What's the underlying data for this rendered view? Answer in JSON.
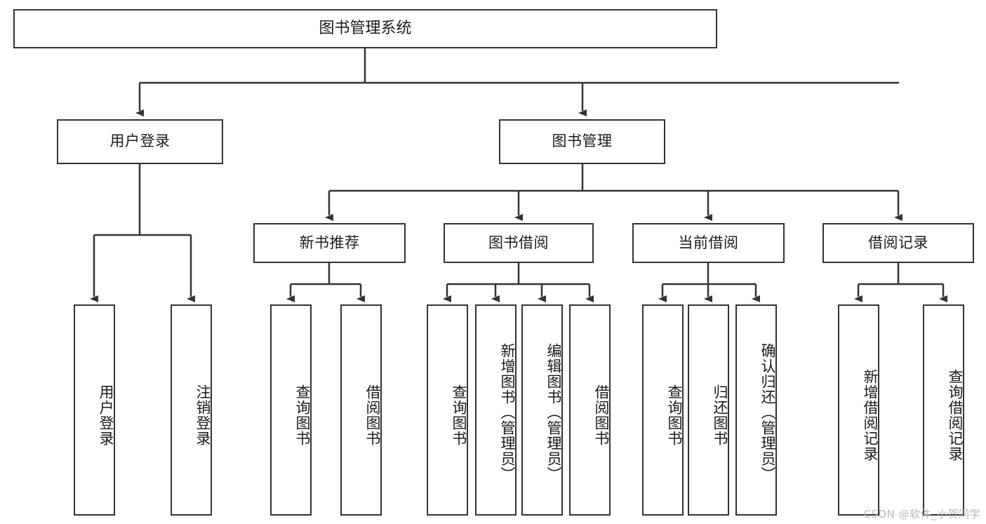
{
  "diagram": {
    "type": "tree-hierarchy",
    "title": "图书管理系统",
    "watermark": "CSDN @软件_小贺同学",
    "colors": {
      "stroke": "#333333",
      "fill": "#ffffff",
      "text": "#1a1a1a",
      "watermark": "#b9b9b9"
    },
    "levels": {
      "root": {
        "label": "图书管理系统"
      },
      "level2": [
        {
          "id": "user-login",
          "label": "用户登录"
        },
        {
          "id": "book-manage",
          "label": "图书管理"
        }
      ],
      "level3": [
        {
          "id": "new-book-recommend",
          "label": "新书推荐",
          "parent": "book-manage"
        },
        {
          "id": "book-borrow",
          "label": "图书借阅",
          "parent": "book-manage"
        },
        {
          "id": "current-borrow",
          "label": "当前借阅",
          "parent": "book-manage"
        },
        {
          "id": "borrow-record",
          "label": "借阅记录",
          "parent": "book-manage"
        }
      ],
      "leaves": [
        {
          "id": "leaf-user-login",
          "label": "用户登录",
          "parent": "user-login"
        },
        {
          "id": "leaf-logout",
          "label": "注销登录",
          "parent": "user-login"
        },
        {
          "id": "leaf-query-book-1",
          "label": "查询图书",
          "parent": "new-book-recommend"
        },
        {
          "id": "leaf-borrow-book-1",
          "label": "借阅图书",
          "parent": "new-book-recommend"
        },
        {
          "id": "leaf-query-book-2",
          "label": "查询图书",
          "parent": "book-borrow"
        },
        {
          "id": "leaf-add-book",
          "label": "新增图书（管理员）",
          "parent": "book-borrow"
        },
        {
          "id": "leaf-edit-book",
          "label": "编辑图书（管理员）",
          "parent": "book-borrow"
        },
        {
          "id": "leaf-borrow-book-2",
          "label": "借阅图书",
          "parent": "book-borrow"
        },
        {
          "id": "leaf-query-book-3",
          "label": "查询图书",
          "parent": "current-borrow"
        },
        {
          "id": "leaf-return-book",
          "label": "归还图书",
          "parent": "current-borrow"
        },
        {
          "id": "leaf-confirm-return",
          "label": "确认归还（管理员）",
          "parent": "current-borrow"
        },
        {
          "id": "leaf-add-record",
          "label": "新增借阅记录",
          "parent": "borrow-record"
        },
        {
          "id": "leaf-query-record",
          "label": "查询借阅记录",
          "parent": "borrow-record"
        }
      ]
    }
  }
}
